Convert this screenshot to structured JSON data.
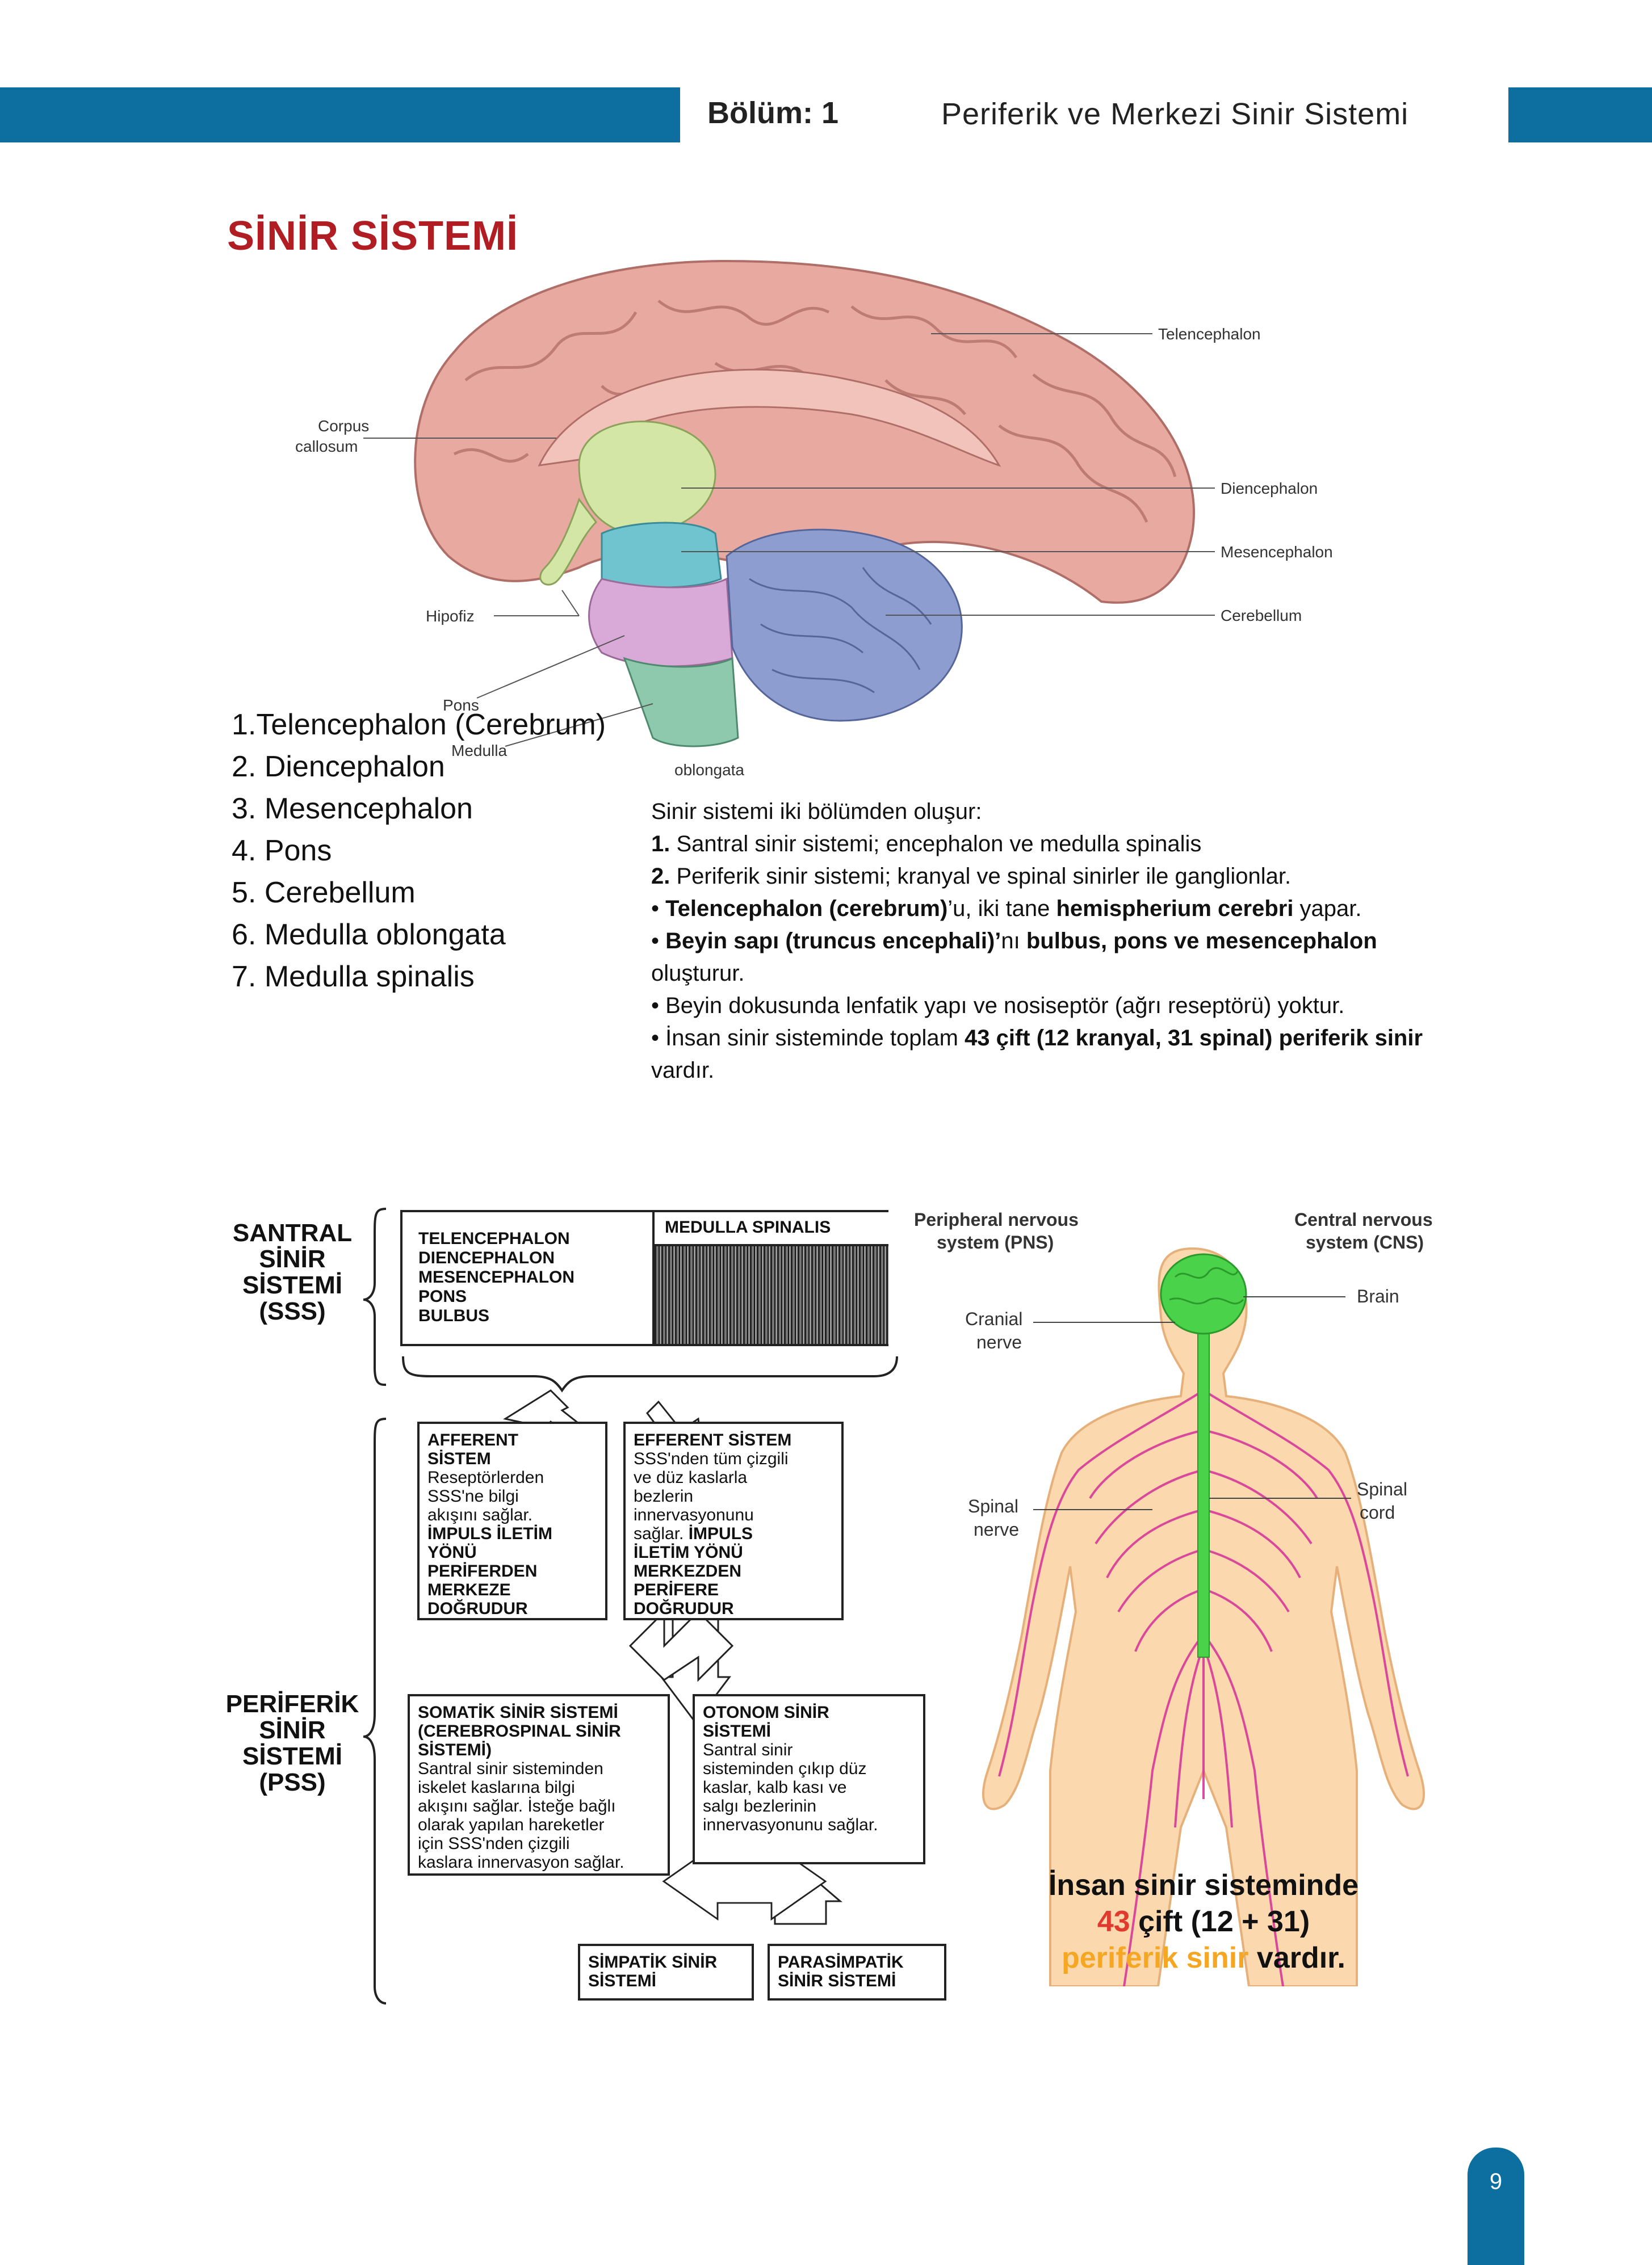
{
  "header": {
    "chapter": "Bölüm: 1",
    "title": "Periferik ve Merkezi Sinir Sistemi"
  },
  "section_title": "SİNİR SİSTEMİ",
  "brain_labels": {
    "telencephalon": "Telencephalon",
    "corpus_line1": "Corpus",
    "corpus_line2": "callosum",
    "diencephalon": "Diencephalon",
    "mesencephalon": "Mesencephalon",
    "cerebellum": "Cerebellum",
    "hipofiz": "Hipofiz",
    "pons": "Pons",
    "medulla_line1": "Medulla",
    "medulla_line2": "oblongata"
  },
  "numbered_list": [
    "1.Telencephalon (Cerebrum)",
    "2. Diencephalon",
    "3. Mesencephalon",
    "4. Pons",
    "5. Cerebellum",
    "6. Medulla oblongata",
    "7. Medulla spinalis"
  ],
  "info": {
    "intro": "Sinir sistemi iki bölümden oluşur:",
    "l1_num": "1.",
    "l1_text": " Santral sinir sistemi; encephalon ve medulla spinalis",
    "l2_num": "2.",
    "l2_text": " Periferik sinir sistemi; kranyal ve spinal sinirler ile ganglionlar.",
    "b1_pre": "• ",
    "b1_bold1": "Telencephalon (cerebrum)",
    "b1_mid": "’u, iki tane ",
    "b1_bold2": "hemispherium cerebri",
    "b1_end": " yapar.",
    "b2_pre": "• ",
    "b2_bold1": "Beyin sapı (truncus encephali)’",
    "b2_mid": "nı ",
    "b2_bold2": "bulbus, pons ve mesencephalon",
    "b2_end": " oluşturur.",
    "b3": "• Beyin dokusunda lenfatik yapı ve nosiseptör (ağrı reseptörü) yoktur.",
    "b4_pre": "• İnsan sinir sisteminde toplam ",
    "b4_bold": "43 çift (12 kranyal, 31 spinal) periferik sinir",
    "b4_end": " vardır."
  },
  "flowchart": {
    "sss_label": [
      "SANTRAL",
      "SİNİR",
      "SİSTEMİ",
      "(SSS)"
    ],
    "pss_label": [
      "PERİFERİK",
      "SİNİR",
      "SİSTEMİ",
      "(PSS)"
    ],
    "cns_box": [
      "TELENCEPHALON",
      "DIENCEPHALON",
      "MESENCEPHALON",
      "PONS",
      "BULBUS"
    ],
    "medulla_box": "MEDULLA SPINALIS",
    "afferent_title": [
      "AFFERENT",
      "SİSTEM"
    ],
    "afferent_desc": [
      "Reseptörlerden",
      "SSS'ne bilgi",
      "akışını sağlar."
    ],
    "afferent_dir": [
      "İMPULS İLETİM",
      "YÖNÜ",
      "PERİFERDEN",
      "MERKEZE",
      "DOĞRUDUR"
    ],
    "efferent_title": "EFFERENT SİSTEM",
    "efferent_desc": [
      "SSS'nden tüm çizgili",
      "ve düz kaslarla",
      "bezlerin",
      "innervasyonunu",
      "sağlar."
    ],
    "efferent_dir_a": " İMPULS",
    "efferent_dir": [
      "İLETİM YÖNÜ",
      "MERKEZDEN",
      "PERİFERE",
      "DOĞRUDUR"
    ],
    "somatik_title": [
      "SOMATİK SİNİR SİSTEMİ",
      "(CEREBROSPINAL SİNİR",
      "SİSTEMİ)"
    ],
    "somatik_desc": [
      "Santral sinir sisteminden",
      "iskelet kaslarına bilgi",
      "akışını sağlar. İsteğe bağlı",
      "olarak yapılan hareketler",
      "için SSS'nden çizgili",
      "kaslara innervasyon sağlar."
    ],
    "otonom_title": [
      "OTONOM SİNİR",
      "SİSTEMİ"
    ],
    "otonom_desc": [
      "Santral sinir",
      "sisteminden çıkıp düz",
      "kaslar, kalb kası ve",
      "salgı bezlerinin",
      "innervasyonunu sağlar."
    ],
    "simpatik": [
      "SİMPATİK SİNİR",
      "SİSTEMİ"
    ],
    "parasimpatik": [
      "PARASİMPATİK",
      "SİNİR SİSTEMİ"
    ]
  },
  "body_figure": {
    "pns_line1": "Peripheral nervous",
    "pns_line2": "system (PNS)",
    "cns_line1": "Central nervous",
    "cns_line2": "system (CNS)",
    "brain": "Brain",
    "cranial_line1": "Cranial",
    "cranial_line2": "nerve",
    "spinal_nerve_line1": "Spinal",
    "spinal_nerve_line2": "nerve",
    "spinal_cord_line1": "Spinal",
    "spinal_cord_line2": "cord",
    "caption_line1": "İnsan sinir sisteminde",
    "caption_num": "43",
    "caption_line2_rest": " çift (12 + 31)",
    "caption_orange": "periferik sinir",
    "caption_end": " vardır."
  },
  "page_number": "9",
  "colors": {
    "accent_blue": "#0c6f9f",
    "title_red": "#b01d23",
    "caption_red": "#e03a2f",
    "caption_orange": "#f5a623",
    "nerve_pink": "#d6399a",
    "cns_green": "#4bd24b"
  }
}
